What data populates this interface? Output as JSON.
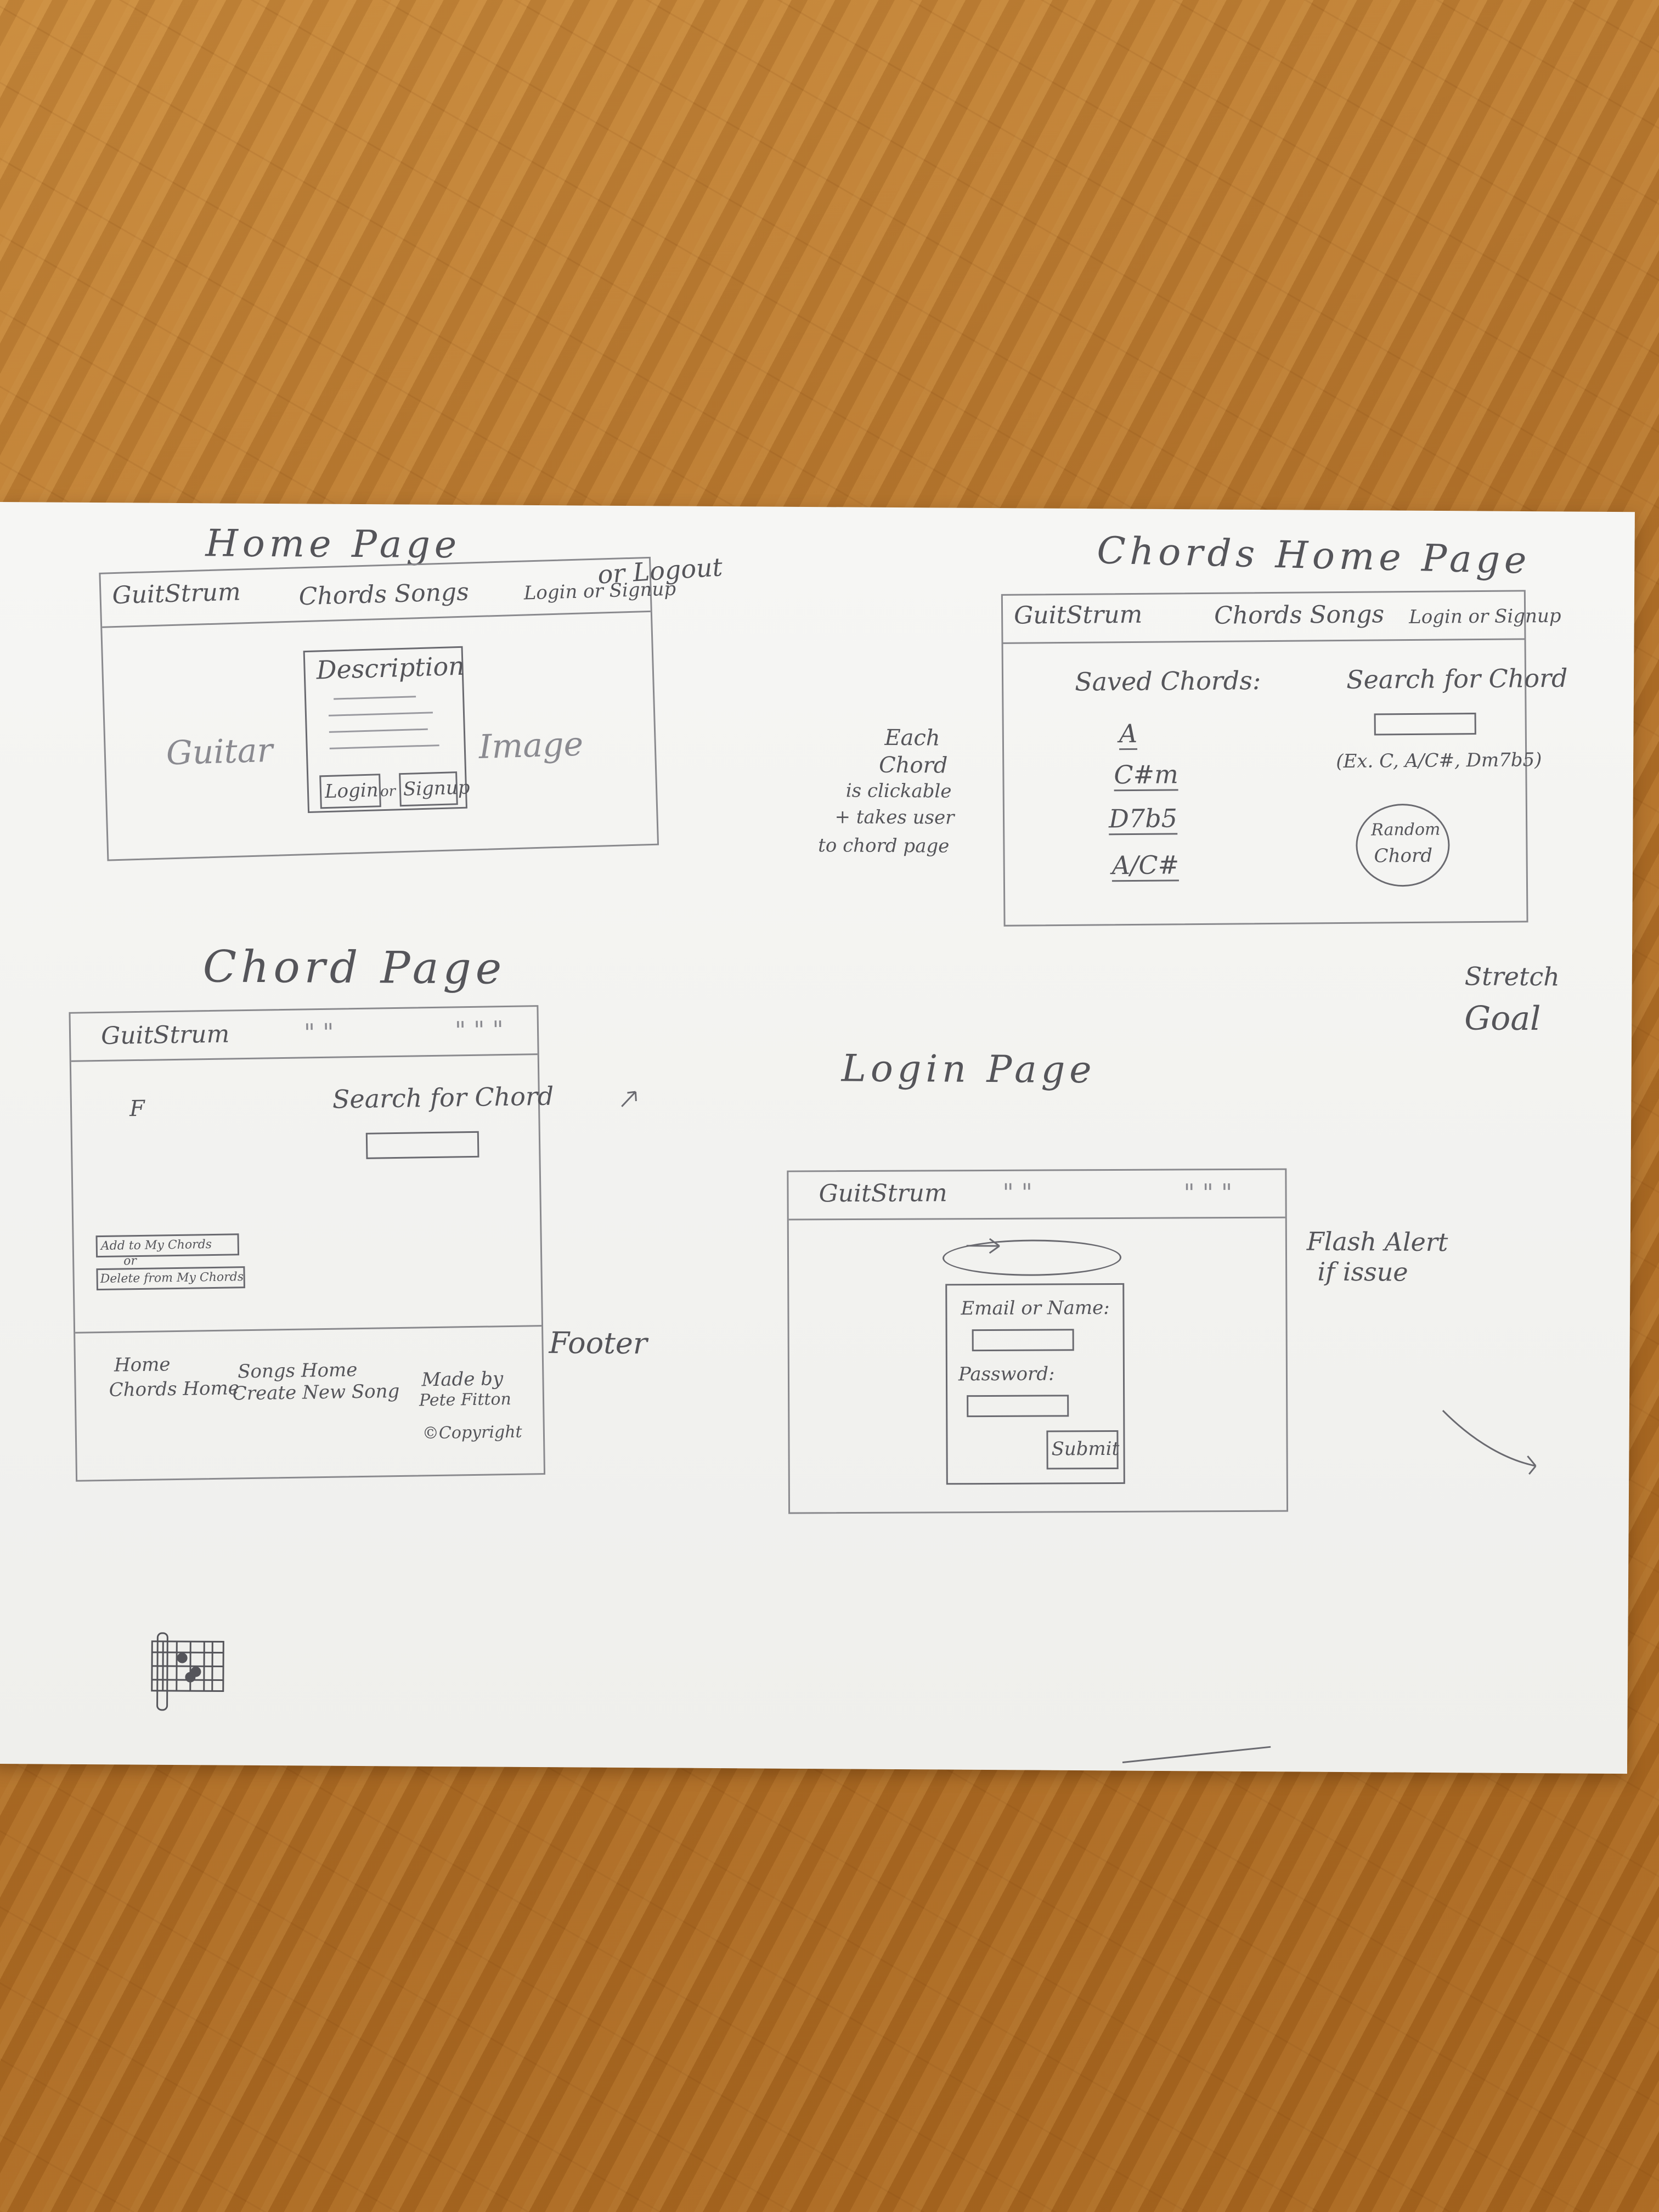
{
  "home_page": {
    "title": "Home Page",
    "nav": {
      "brand": "GuitStrum",
      "links": "Chords Songs",
      "auth": "Login or Signup"
    },
    "logout_note": "or Logout",
    "description_heading": "Description",
    "guitar_label": "Guitar",
    "image_label": "Image",
    "login_button": "Login",
    "or_text": "or",
    "signup_button": "Signup"
  },
  "chords_home_page": {
    "title": "Chords Home Page",
    "nav": {
      "brand": "GuitStrum",
      "links": "Chords Songs",
      "auth": "Login or Signup"
    },
    "saved_heading": "Saved Chords:",
    "saved_chords": [
      "A",
      "C#m",
      "D7b5",
      "A/C#"
    ],
    "search_heading": "Search for Chord",
    "search_example": "(Ex. C, A/C#, Dm7b5)",
    "random_line1": "Random",
    "random_line2": "Chord",
    "note_lines": [
      "Each",
      "Chord",
      "is clickable",
      "+ takes user",
      "to chord page"
    ],
    "stretch_line1": "Stretch",
    "stretch_line2": "Goal"
  },
  "chord_page": {
    "title": "Chord Page",
    "nav": {
      "brand": "GuitStrum",
      "links": "\" \"",
      "auth": "\" \" \""
    },
    "chord_letter": "F",
    "search_heading": "Search for Chord",
    "add_button": "Add to My Chords",
    "or_text": "or",
    "delete_button": "Delete from My Chords",
    "footer": {
      "col1": [
        "Home",
        "Chords Home"
      ],
      "col2": [
        "Songs Home",
        "Create New Song"
      ],
      "col3": [
        "Made by",
        "Pete Fitton",
        "©Copyright"
      ]
    },
    "footer_label": "Footer"
  },
  "login_page": {
    "title": "Login Page",
    "nav": {
      "brand": "GuitStrum",
      "links": "\" \"",
      "auth": "\" \" \""
    },
    "flash_line1": "Flash Alert",
    "flash_line2": "if issue",
    "email_label": "Email or Name:",
    "password_label": "Password:",
    "submit_button": "Submit"
  },
  "colors": {
    "pencil": "#55555a",
    "paper": "#f2f2f0",
    "table": "#b4752c"
  }
}
